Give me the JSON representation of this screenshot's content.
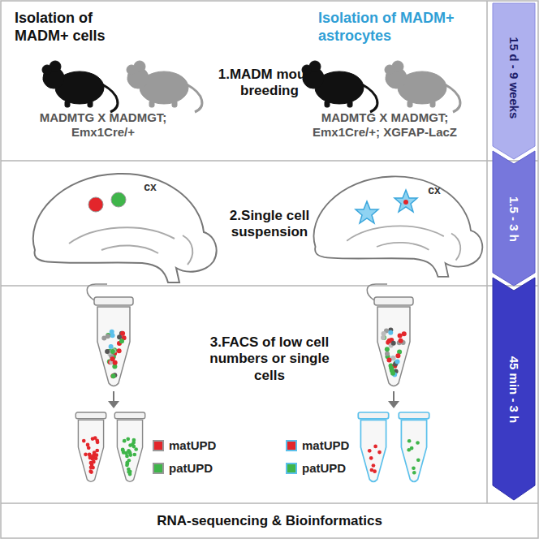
{
  "diagram": {
    "nodes": [
      {
        "text": [
          "1.MADM mouse breeding"
        ]
      },
      {
        "text": [
          "2.Single cell suspension"
        ]
      },
      {
        "text": [
          "3.FACS of low cell numbers or single cells"
        ]
      },
      {
        "text": [
          "RNA-sequencing & Bioinformatics"
        ]
      }
    ],
    "labels": [
      "Isolation of MADM+ cells",
      "Isolation of MADM+ astrocytes",
      "MADMTG X MADMGT; Emx1Cre/+",
      "MADMTG X MADMGT; Emx1Cre/+; XGFAP-LacZ",
      "cx",
      "cx",
      "15 d - 9 weeks",
      "1.5 - 3 h",
      "45 min - 3 h"
    ],
    "legend": [
      {
        "text": "matUPD",
        "color": "#e3262b"
      },
      {
        "text": "patUPD",
        "color": "#3fb54a"
      },
      {
        "text": "matUPD",
        "color": "#e3262b"
      },
      {
        "text": "patUPD",
        "color": "#3fb54a"
      }
    ]
  }
}
